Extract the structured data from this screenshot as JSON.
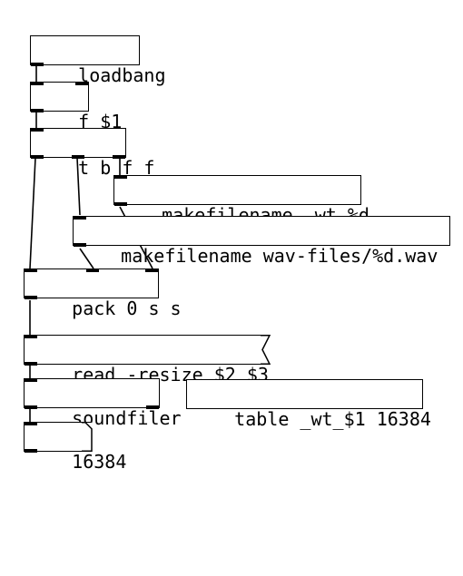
{
  "patch": {
    "objects": {
      "loadbang": "loadbang",
      "float": "f $1",
      "trigger": "t b f f",
      "makefilename_wt": "makefilename _wt_%d",
      "makefilename_wav": "makefilename wav-files/%d.wav",
      "pack": "pack 0 s s",
      "soundfiler": "soundfiler",
      "table": "table _wt_$1 16384"
    },
    "messages": {
      "read": "read -resize $2 $3"
    },
    "atoms": {
      "result": "16384"
    }
  }
}
